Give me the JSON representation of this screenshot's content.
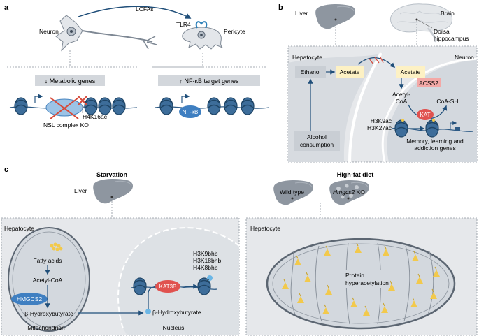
{
  "panel_a": {
    "letter": "a",
    "neuron_label": "Neuron",
    "lcfas_label": "LCFAs",
    "tlr4_label": "TLR4",
    "pericyte_label": "Pericyte",
    "metabolic_box": "↓ Metabolic genes",
    "nfkb_target_box": "↑ NF-κB target genes",
    "nsl_label": "NSL complex KO",
    "h4k16ac_label": "H4K16ac",
    "nfkb_label": "NF-κB"
  },
  "panel_b": {
    "letter": "b",
    "liver_label": "Liver",
    "brain_label": "Brain",
    "dorsal_label": "Dorsal",
    "hippocampus_label": "hippocampus",
    "hepatocyte_label": "Hepatocyte",
    "neuron_label": "Neuron",
    "ethanol_box": "Ethanol",
    "acetate_box_left": "Acetate",
    "acetate_box_right": "Acetate",
    "acss2_box": "ACSS2",
    "acetyl_label": "Acetyl-",
    "coa_label": "CoA",
    "coash_label": "CoA-SH",
    "kat_label": "KAT",
    "h3k9ac_label": "H3K9ac",
    "h3k27ac_label": "H3K27ac",
    "alcohol_line1": "Alcohol",
    "alcohol_line2": "consumption",
    "memory_line1": "Memory, learning and",
    "memory_line2": "addiction genes"
  },
  "panel_c": {
    "letter": "c",
    "starvation_title": "Starvation",
    "hfd_title": "High-fat diet",
    "liver_label": "Liver",
    "wildtype_label": "Wild type",
    "hmgcs2_ko_italic": "Hmgcs2",
    "hmgcs2_ko_suffix": " KO",
    "hepatocyte_left": "Hepatocyte",
    "hepatocyte_right": "Hepatocyte",
    "fatty_acids": "Fatty acids",
    "acetyl_coa": "Acetyl-CoA",
    "hmgcs2_enzyme": "HMGCS2",
    "bhb_left": "β-Hydroxybutyrate",
    "bhb_right": "β-Hydroxybutyrate",
    "mitochondrion": "Mitochondrion",
    "nucleus": "Nucleus",
    "kat3b": "KAT3B",
    "h3k9bhb": "H3K9bhb",
    "h3k18bhb": "H3K18bhb",
    "h4k8bhb": "H4K8bhb",
    "protein_line1": "Protein",
    "protein_line2": "hyperacetylation"
  },
  "colors": {
    "panel_bg": "#e6e8eb",
    "box_grey": "#c9ced4",
    "acetate_yellow": "#fdf1c4",
    "red_enzyme": "#e0524f",
    "acss2_pink": "#f3a8a6",
    "blue_enzyme": "#3f7fc1",
    "dna_blue": "#2d5a85",
    "arrow_blue": "#1f4e79",
    "organ_grey": "#8e96a0"
  }
}
